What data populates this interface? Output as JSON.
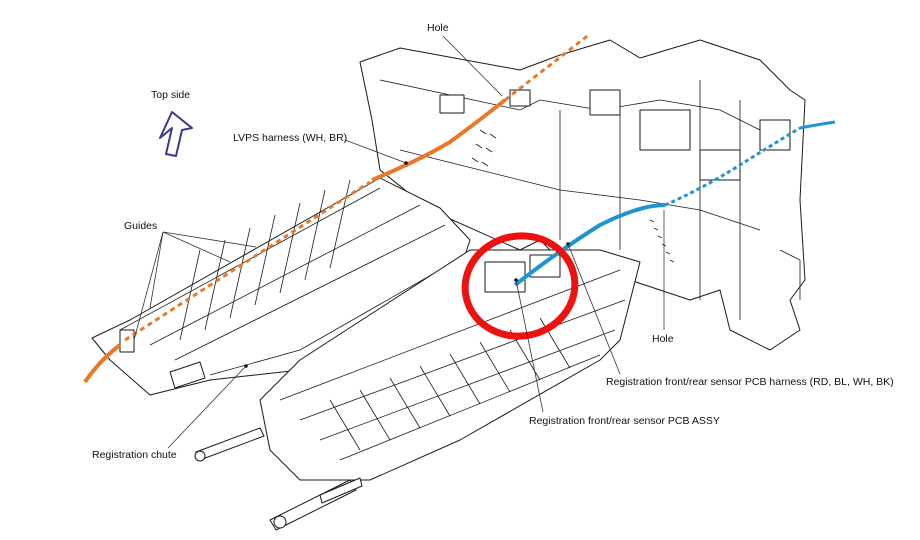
{
  "labels": {
    "hole_top": "Hole",
    "top_side": "Top side",
    "lvps": "LVPS harness (WH, BR)",
    "guides": "Guides",
    "hole_right": "Hole",
    "harness_pcb": "Registration front/rear sensor PCB harness (RD, BL, WH, BK)",
    "pcb_assy": "Registration front/rear sensor PCB ASSY",
    "chute": "Registration chute"
  },
  "colors": {
    "lvps_harness": "#e8792a",
    "sensor_harness": "#1f95d0",
    "highlight": "#ee1111",
    "arrow": "#3a3a90"
  }
}
